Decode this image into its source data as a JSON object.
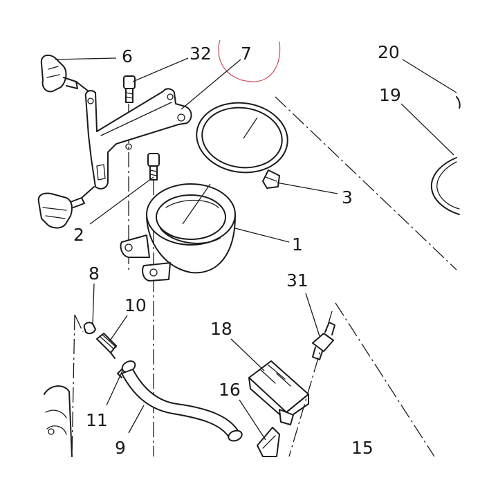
{
  "diagram": {
    "callouts": [
      {
        "id": "c6",
        "label": "6"
      },
      {
        "id": "c32",
        "label": "32"
      },
      {
        "id": "c7",
        "label": "7"
      },
      {
        "id": "c20",
        "label": "20"
      },
      {
        "id": "c19",
        "label": "19"
      },
      {
        "id": "c3",
        "label": "3"
      },
      {
        "id": "c2",
        "label": "2"
      },
      {
        "id": "c1",
        "label": "1"
      },
      {
        "id": "c8",
        "label": "8"
      },
      {
        "id": "c10",
        "label": "10"
      },
      {
        "id": "c31",
        "label": "31"
      },
      {
        "id": "c18",
        "label": "18"
      },
      {
        "id": "c16",
        "label": "16"
      },
      {
        "id": "c11",
        "label": "11"
      },
      {
        "id": "c9",
        "label": "9"
      },
      {
        "id": "c15",
        "label": "15"
      }
    ],
    "highlight_color": "#d04a5a",
    "line_color": "#1a1a1a"
  }
}
